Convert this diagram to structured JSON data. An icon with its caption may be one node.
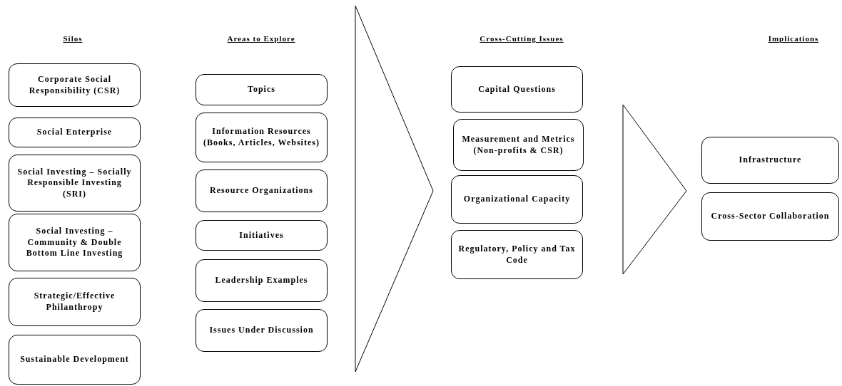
{
  "diagram": {
    "nodes": [
      {
        "text": [
          "Corporate Social Responsibility (CSR)"
        ]
      },
      {
        "text": [
          "Social Enterprise"
        ]
      },
      {
        "text": [
          "Social Investing – Socially Responsible Investing (SRI)"
        ]
      },
      {
        "text": [
          "Social Investing – Community & Double Bottom Line Investing"
        ]
      },
      {
        "text": [
          "Strategic/Effective Philanthropy"
        ]
      },
      {
        "text": [
          "Sustainable Development"
        ]
      },
      {
        "text": [
          "Topics"
        ]
      },
      {
        "text": [
          "Information Resources (Books, Articles, Websites)"
        ]
      },
      {
        "text": [
          "Resource Organizations"
        ]
      },
      {
        "text": [
          "Initiatives"
        ]
      },
      {
        "text": [
          "Leadership Examples"
        ]
      },
      {
        "text": [
          "Issues Under Discussion"
        ]
      },
      {
        "text": [
          "Capital Questions"
        ]
      },
      {
        "text": [
          "Measurement and Metrics (Non-profits & CSR)"
        ]
      },
      {
        "text": [
          "Organizational Capacity"
        ]
      },
      {
        "text": [
          "Regulatory, Policy and Tax Code"
        ]
      },
      {
        "text": [
          "Infrastructure"
        ]
      },
      {
        "text": [
          "Cross-Sector Collaboration"
        ]
      }
    ],
    "labels": [
      "Silos",
      "Areas to Explore",
      "Cross-Cutting Issues",
      "Implications"
    ]
  }
}
